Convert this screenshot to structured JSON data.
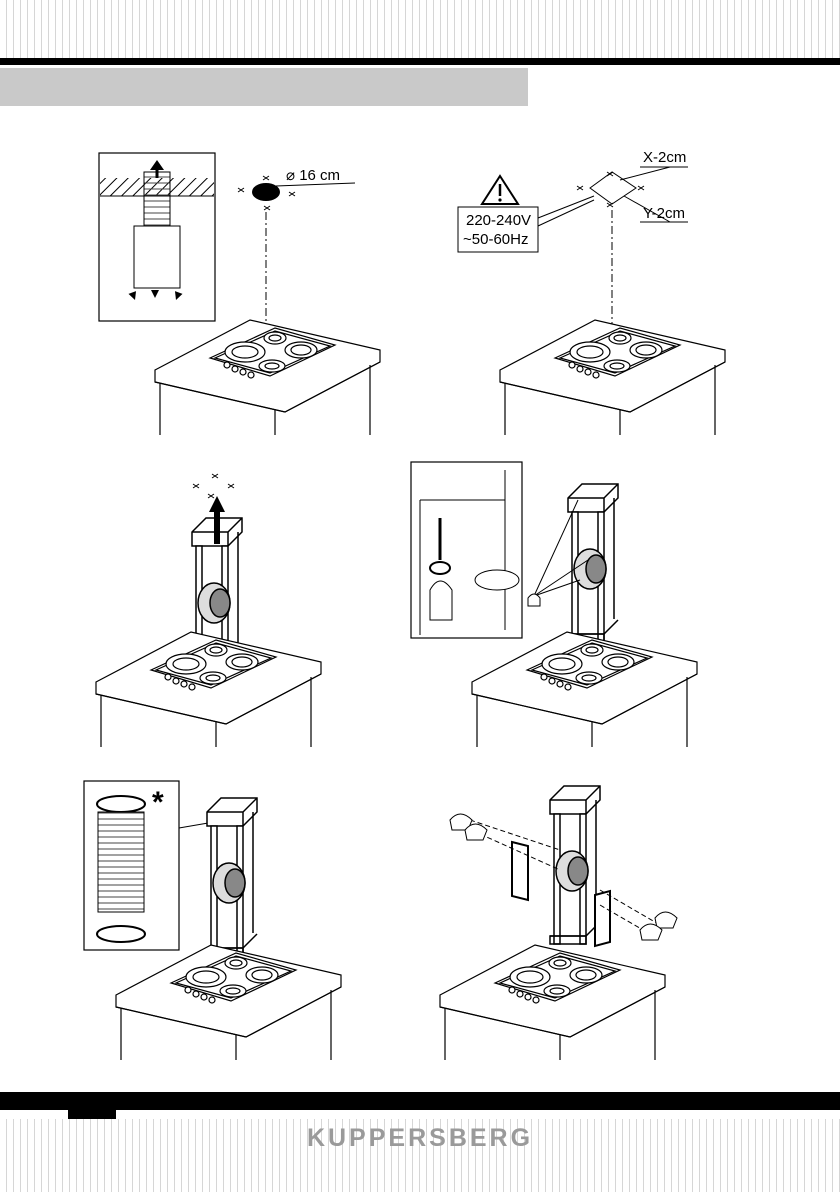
{
  "labels": {
    "duct_diameter": "⌀ 16 cm",
    "voltage_line1": "220-240V",
    "voltage_line2": "~50-60Hz",
    "x_tolerance": "X-2cm",
    "y_tolerance": "Y-2cm",
    "optional_mark": "*"
  },
  "footer": {
    "brand": "KUPPERSBERG"
  }
}
